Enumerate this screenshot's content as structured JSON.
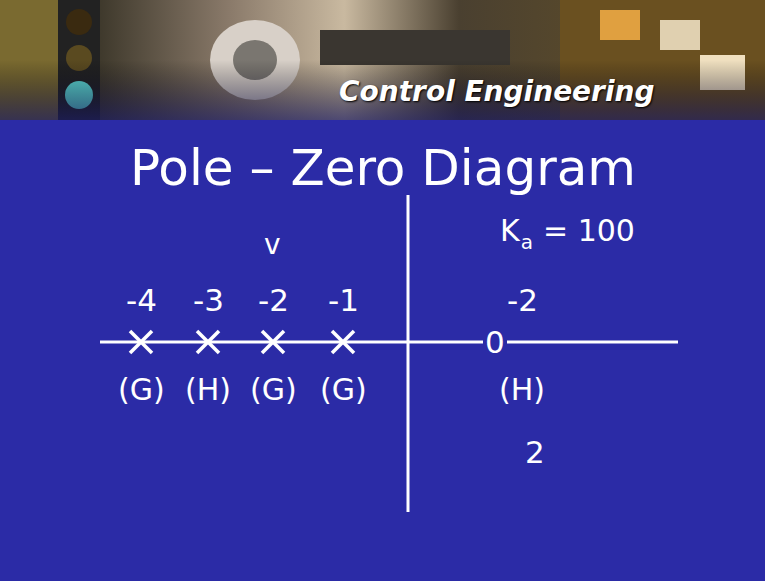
{
  "diagram": {
    "title": "Pole – Zero Diagram",
    "labels": [
      "Control Engineering",
      "v",
      "-4",
      "-3",
      "-2",
      "-1",
      "(G)",
      "(H)",
      "(G)",
      "(G)",
      "K",
      "a",
      "= 100",
      "-2",
      "0",
      "(H)",
      "2"
    ]
  }
}
